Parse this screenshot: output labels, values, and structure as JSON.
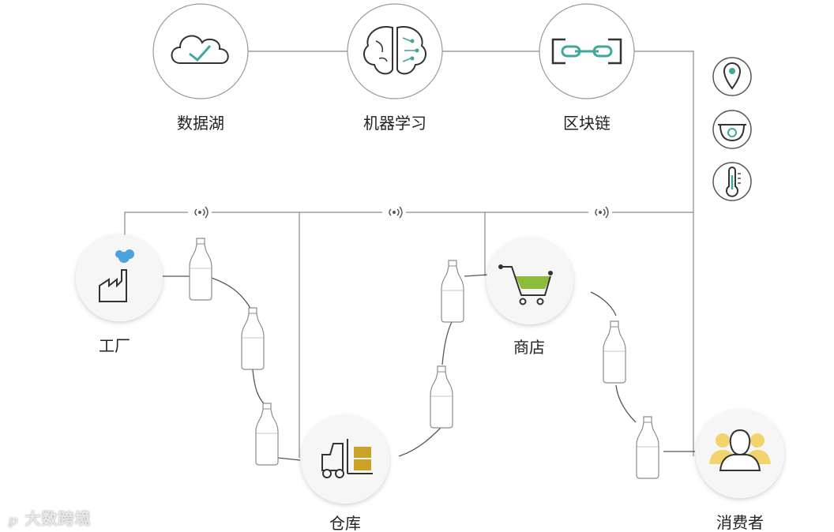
{
  "top_nodes": [
    {
      "label": "数据湖",
      "icon": "cloud-check-icon"
    },
    {
      "label": "机器学习",
      "icon": "brain-circuit-icon"
    },
    {
      "label": "区块链",
      "icon": "chain-link-icon"
    }
  ],
  "sensors": [
    "location-pin-icon",
    "surveillance-camera-icon",
    "thermometer-icon"
  ],
  "supply_chain": [
    {
      "label": "工厂",
      "icon": "factory-icon"
    },
    {
      "label": "仓库",
      "icon": "forklift-icon"
    },
    {
      "label": "商店",
      "icon": "shopping-cart-icon"
    },
    {
      "label": "消费者",
      "icon": "consumer-icon"
    }
  ],
  "watermark": "大数跨境",
  "colors": {
    "line": "#8a8a8a",
    "icon_stroke": "#333333",
    "accent_teal": "#3fa89a",
    "accent_gold": "#c9a227",
    "accent_green": "#8dbb3c",
    "accent_blue": "#4aa3df"
  }
}
